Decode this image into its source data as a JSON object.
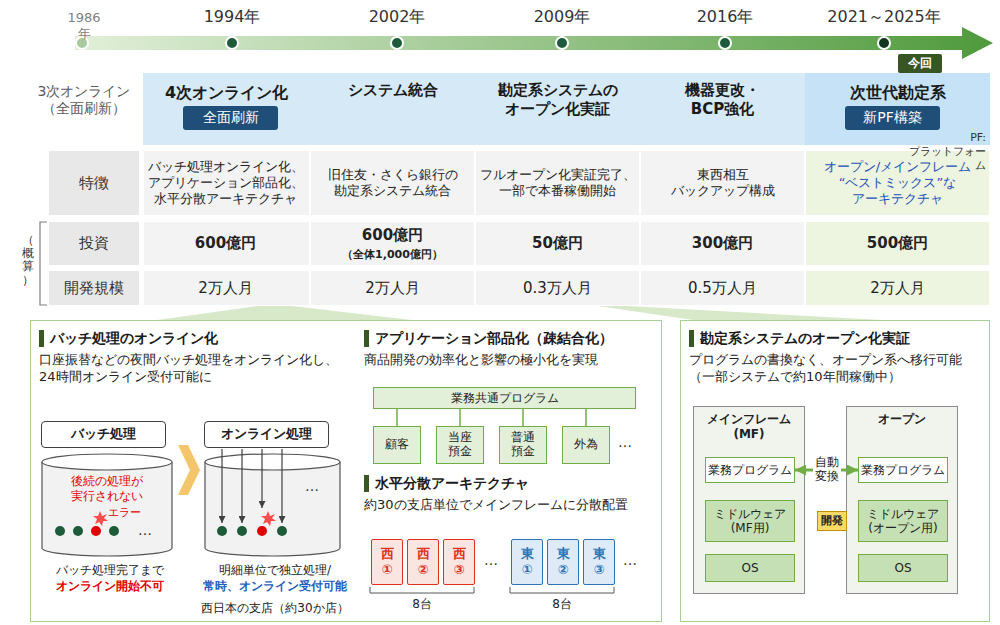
{
  "diagram": {
    "nodes": [
      {
        "text": [
          "4次オンライン化"
        ]
      },
      {
        "text": [
          "全面刷新"
        ],
        "in": 0
      },
      {
        "text": [
          "システム統合"
        ]
      },
      {
        "text": [
          "勘定系システムの オープン化実証"
        ]
      },
      {
        "text": [
          "機器更改・ BCP強化"
        ]
      },
      {
        "text": [
          "次世代勘定系",
          "PF:プラットフォーム"
        ]
      },
      {
        "text": [
          "新PF構築"
        ],
        "in": 5
      },
      {
        "text": [
          "今回"
        ]
      },
      {
        "text": [
          "バッチ処理のオンライン化",
          "口座振替などの夜間バッチ処理をオンライン化し、 24時間オンライン受付可能に",
          "アプリケーション部品化（疎結合化）",
          "商品開発の効率化と影響の極小化を実現",
          "水平分散アーキテクチャ",
          "約30の支店単位でメインフレームに分散配置"
        ]
      },
      {
        "text": [
          "バッチ処理"
        ],
        "in": 8
      },
      {
        "text": [
          "オンライン処理"
        ],
        "in": 8
      },
      {
        "text": [
          "業務共通プログラム"
        ],
        "in": 8
      },
      {
        "text": [
          "顧客"
        ],
        "in": 8
      },
      {
        "text": [
          "当座 預金"
        ],
        "in": 8
      },
      {
        "text": [
          "普通 預金"
        ],
        "in": 8
      },
      {
        "text": [
          "外為"
        ],
        "in": 8
      },
      {
        "text": [
          "西 ①"
        ],
        "in": 8
      },
      {
        "text": [
          "西 ②"
        ],
        "in": 8
      },
      {
        "text": [
          "西 ③"
        ],
        "in": 8
      },
      {
        "text": [
          "東 ①"
        ],
        "in": 8
      },
      {
        "text": [
          "東 ②"
        ],
        "in": 8
      },
      {
        "text": [
          "東 ③"
        ],
        "in": 8
      },
      {
        "text": [
          "勘定系システムのオープン化実証",
          "プログラムの書換なく、オープン系へ移行可能 （一部システムで約10年間稼働中）"
        ]
      },
      {
        "text": [
          "メインフレーム(MF)"
        ],
        "in": 22
      },
      {
        "text": [
          "業務プログラム"
        ],
        "in": 23
      },
      {
        "text": [
          "ミドルウェア (MF用)"
        ],
        "in": 23
      },
      {
        "text": [
          "OS"
        ],
        "in": 23
      },
      {
        "text": [
          "オープン"
        ],
        "in": 22
      },
      {
        "text": [
          "業務プログラム"
        ],
        "in": 27
      },
      {
        "text": [
          "ミドルウェア (オープン用)"
        ],
        "in": 27
      },
      {
        "text": [
          "OS"
        ],
        "in": 27
      },
      {
        "text": [
          "開発"
        ],
        "in": 22
      }
    ],
    "edges": [
      {
        "from": 11,
        "to": 12,
        "arrow": "none"
      },
      {
        "from": 11,
        "to": 13,
        "arrow": "none"
      },
      {
        "from": 11,
        "to": 14,
        "arrow": "none"
      },
      {
        "from": 11,
        "to": 15,
        "arrow": "none"
      },
      {
        "from": 24,
        "to": 28,
        "label": "自動 変換",
        "arrow": "both"
      }
    ],
    "labels": [
      "1986年",
      "1994年",
      "2002年",
      "2009年",
      "2016年",
      "2021～2025年",
      "3次オンライン （全面刷新）",
      "特徴",
      "投資",
      "開発規模",
      "バッチ処理オンライン化、 アプリケーション部品化、 水平分散アーキテクチャ",
      "旧住友・さくら銀行の 勘定系システム統合",
      "フルオープン化実証完了、 一部で本番稼働開始",
      "東西相互 バックアップ構成",
      "オープン/メインフレーム “ベストミックス”な アーキテクチャ",
      "600億円",
      "600億円",
      "（全体1,000億円）",
      "50億円",
      "300億円",
      "500億円",
      "2万人月",
      "2万人月",
      "0.3万人月",
      "0.5万人月",
      "2万人月",
      "（概算）",
      "後続の処理が 実行されない",
      "エラー",
      "…",
      "バッチ処理完了まで",
      "オンライン開始不可",
      "…",
      "明細単位で独立処理/",
      "常時、オンライン受付可能",
      "…",
      "…",
      "…",
      "8台",
      "8台",
      "西日本の支店（約30か店）"
    ]
  }
}
